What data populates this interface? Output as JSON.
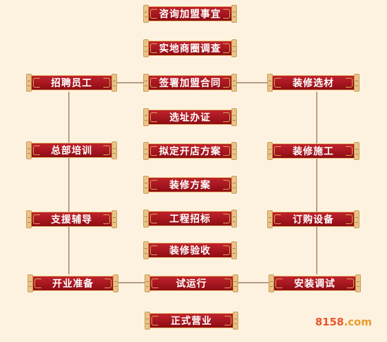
{
  "center": [
    "咨询加盟事宜",
    "实地商圈调查",
    "签署加盟合同",
    "选址办证",
    "拟定开店方案",
    "装修方案",
    "工程招标",
    "装修验收",
    "试运行",
    "正式营业"
  ],
  "left": [
    "招聘员工",
    "总部培训",
    "支援辅导",
    "开业准备"
  ],
  "right": [
    "装修选材",
    "装修施工",
    "订购设备",
    "安装调试"
  ],
  "watermark": {
    "num": "8158",
    "suffix": ".com"
  }
}
